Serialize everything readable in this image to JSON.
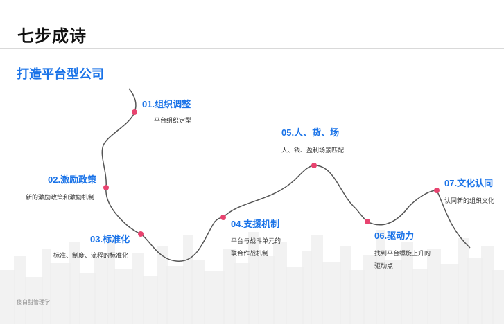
{
  "slide": {
    "title": "七步成诗",
    "subtitle": "打造平台型公司",
    "footer": "傻白甜管理学"
  },
  "colors": {
    "accent": "#1a73e8",
    "dot": "#e8436f",
    "curve": "#555555",
    "skyline": "#eeeeee"
  },
  "steps": [
    {
      "title": "01.组织调整",
      "desc": [
        "平台组织定型"
      ]
    },
    {
      "title": "02.激励政策",
      "desc": [
        "新的激励政策和激励机制"
      ]
    },
    {
      "title": "03.标准化",
      "desc": [
        "标准、制度、流程的标准化"
      ]
    },
    {
      "title": "04.支援机制",
      "desc": [
        "平台与战斗单元的",
        "联合作战机制"
      ]
    },
    {
      "title": "05.人、货、场",
      "desc": [
        "人、钱、盈利场景匹配"
      ]
    },
    {
      "title": "06.驱动力",
      "desc": [
        "找到平台螺旋上升的",
        "驱动点"
      ]
    },
    {
      "title": "07.文化认同",
      "desc": [
        "认同新的组织文化"
      ]
    }
  ]
}
